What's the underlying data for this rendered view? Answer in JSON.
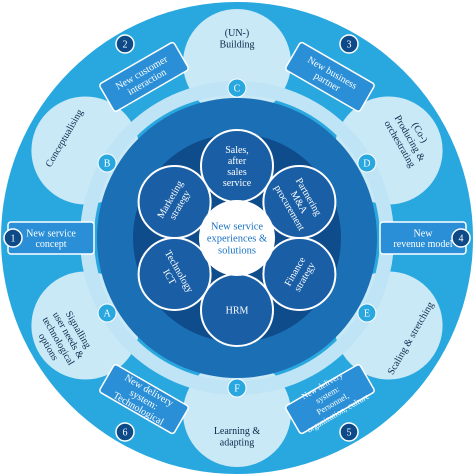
{
  "center": {
    "lines": [
      "New service",
      "experiences &",
      "solutions"
    ]
  },
  "inner_items": [
    {
      "id": "sales",
      "lines": [
        "Sales,",
        "after",
        "sales",
        "service"
      ]
    },
    {
      "id": "partnering",
      "lines": [
        "Partnering",
        "M&A",
        "procurement"
      ]
    },
    {
      "id": "finance",
      "lines": [
        "Finance",
        "strategy"
      ]
    },
    {
      "id": "hrm",
      "lines": [
        "HRM"
      ]
    },
    {
      "id": "technology",
      "lines": [
        "Technology",
        "ICT"
      ]
    },
    {
      "id": "marketing",
      "lines": [
        "Marketing",
        "strategy"
      ]
    }
  ],
  "dimensions": [
    {
      "number": "1",
      "lines": [
        "New service",
        "concept"
      ]
    },
    {
      "number": "2",
      "lines": [
        "New customer",
        "interaction"
      ]
    },
    {
      "number": "3",
      "lines": [
        "New business",
        "partner"
      ]
    },
    {
      "number": "4",
      "lines": [
        "New",
        "revenue model"
      ]
    },
    {
      "number": "5",
      "lines": [
        "New delivery",
        "system:",
        "Personnel,",
        "organization, culture"
      ]
    },
    {
      "number": "6",
      "lines": [
        "New delivery",
        "system:",
        "Technological"
      ]
    }
  ],
  "capabilities": [
    {
      "letter": "A",
      "lines": [
        "Signalling",
        "user needs &",
        "technological",
        "options"
      ]
    },
    {
      "letter": "B",
      "lines": [
        "Conceptualising"
      ]
    },
    {
      "letter": "C",
      "lines": [
        "(UN-)",
        "Building"
      ]
    },
    {
      "letter": "D",
      "lines": [
        "(Co-)",
        "Producing &",
        "orchestrating"
      ]
    },
    {
      "letter": "E",
      "lines": [
        "Scaling & stretching"
      ]
    },
    {
      "letter": "F",
      "lines": [
        "Learning &",
        "adapting"
      ]
    }
  ],
  "colors": {
    "outer_ring": "#29a8e0",
    "outer_lobe": "#c9e9f7",
    "band": "#bfe4f6",
    "mid_ring": "#1b6fb5",
    "inner_disc": "#0f4c8c",
    "inner_circle": "#1a5ea6",
    "center_fill": "#ffffff",
    "center_text": "#1a72c4",
    "box": "#2a8fd6",
    "badge": "#0d4a87"
  }
}
